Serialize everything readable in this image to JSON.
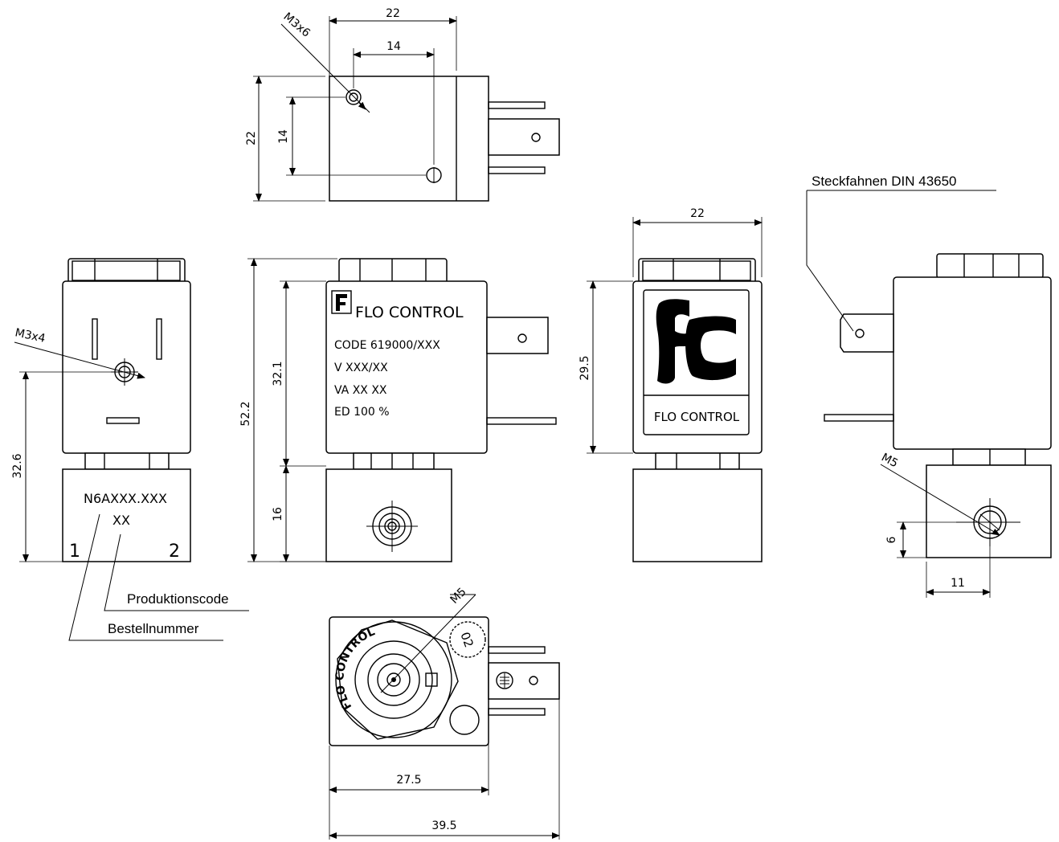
{
  "dimensions": {
    "top_width": "22",
    "top_hole_spacing_x": "14",
    "top_height": "22",
    "top_hole_spacing_y": "14",
    "top_thread": "M3x6",
    "front_total_height": "52.2",
    "front_coil_height": "32.1",
    "front_body_height": "16",
    "left_thread": "M3x4",
    "left_height": "32.6",
    "side_width": "22",
    "side_coil_height": "29.5",
    "right_thread": "M5",
    "right_port_height": "6",
    "right_port_offset": "11",
    "bottom_thread": "M5",
    "bottom_width": "27.5",
    "bottom_total_width": "39.5"
  },
  "labels": {
    "connector_note": "Steckfahnen DIN 43650",
    "production_code": "Produktionscode",
    "order_number": "Bestellnummer"
  },
  "left_view": {
    "order_code": "N6AXXX.XXX",
    "production_code": "XX",
    "port_1": "1",
    "port_2": "2"
  },
  "front_plate": {
    "logo_text": "FLO CONTROL",
    "code_line": "CODE 619000/XXX",
    "voltage_line": "V  XXX/XX",
    "va_line": "VA  XX  XX",
    "ed_line": "ED 100 %"
  },
  "side_view": {
    "brand": "FLO CONTROL"
  },
  "bottom_view": {
    "nut_text": "FLO CONTROL",
    "dial_text": "02"
  }
}
